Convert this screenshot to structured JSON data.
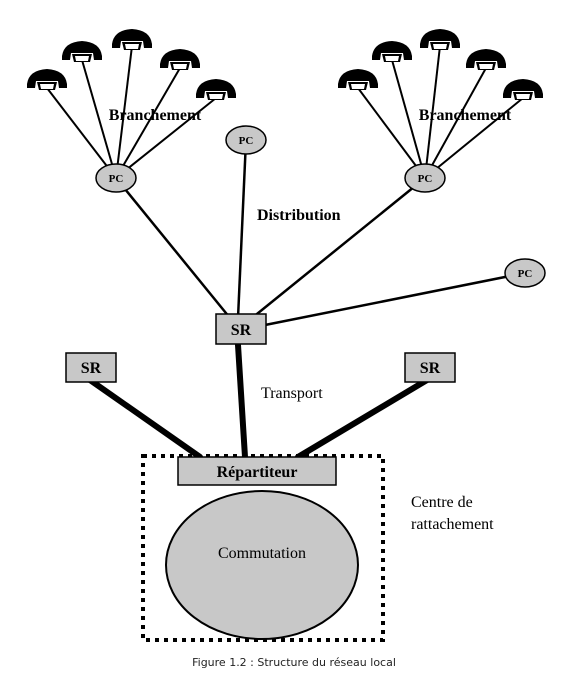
{
  "labels": {
    "branchement_left": "Branchement",
    "branchement_right": "Branchement",
    "distribution": "Distribution",
    "transport": "Transport",
    "centre_line1": "Centre de",
    "centre_line2": "rattachement",
    "caption": "Figure 1.2 : Structure du réseau local"
  },
  "nodes": {
    "pc": "PC",
    "sr": "SR",
    "repartiteur": "Répartiteur",
    "commutation": "Commutation"
  },
  "colors": {
    "node_fill": "#c8c8c8",
    "line": "#000000",
    "phone_fill": "#000000",
    "phone_dial": "#ffffff"
  },
  "icons": {
    "telephone": "telephone-icon"
  }
}
